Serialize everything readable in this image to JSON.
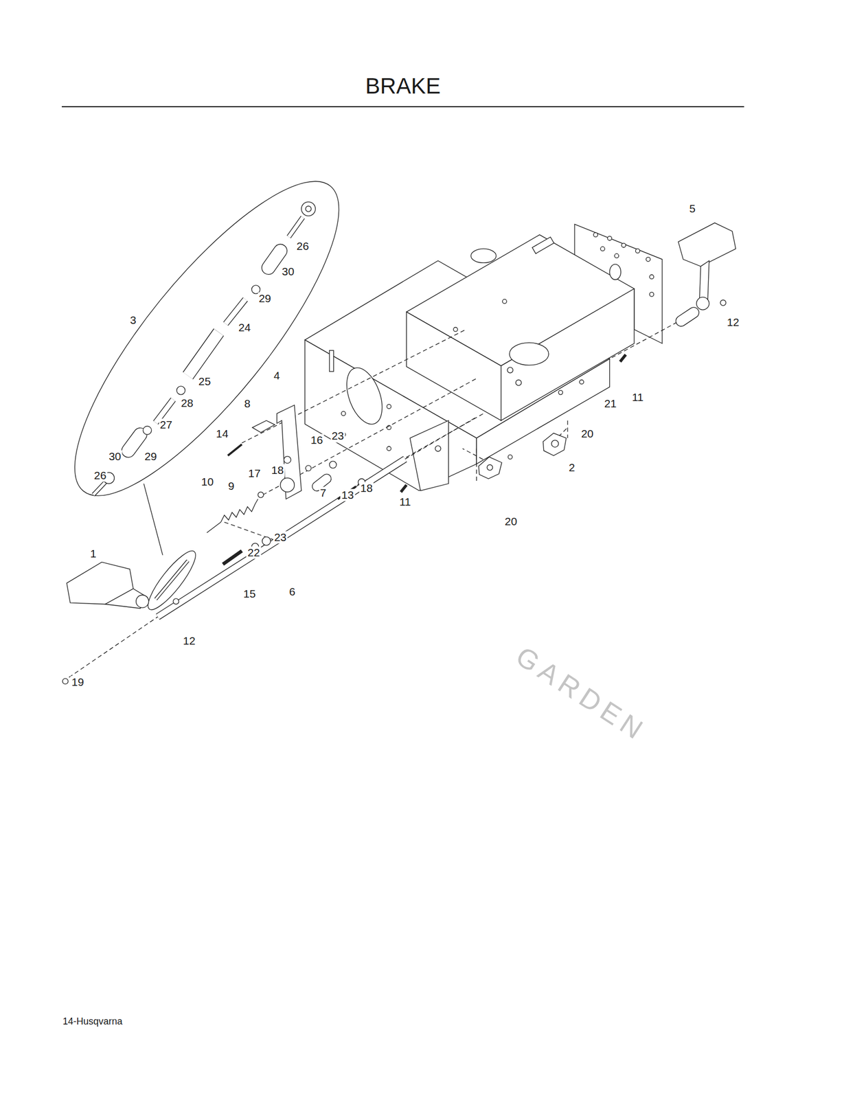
{
  "diagram": {
    "title": "BRAKE",
    "labels": [
      "26",
      "30",
      "29",
      "3",
      "24",
      "25",
      "28",
      "27",
      "30",
      "29",
      "26",
      "5",
      "12",
      "4",
      "8",
      "14",
      "23",
      "16",
      "18",
      "17",
      "10",
      "9",
      "7",
      "13",
      "18",
      "11",
      "21",
      "20",
      "11",
      "20",
      "2",
      "23",
      "22",
      "15",
      "6",
      "1",
      "12",
      "19",
      "14-Husqvarna",
      "GARDEN"
    ]
  }
}
